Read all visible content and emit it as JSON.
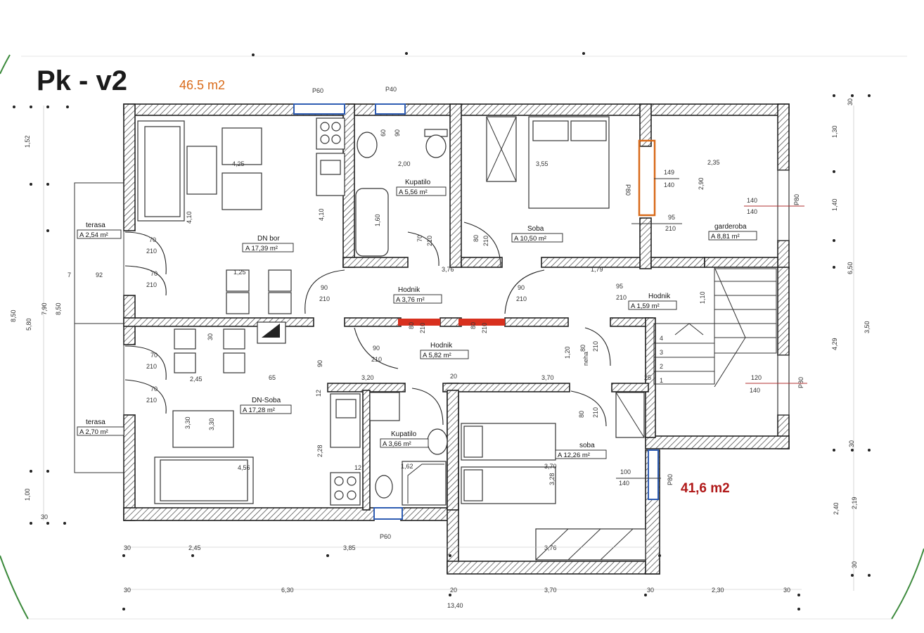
{
  "title": "Pk - v2",
  "area_top": "46.5 m2",
  "area_bottom": "41,6 m2",
  "colors": {
    "title": "#222222",
    "area_top": "#d96b1a",
    "area_bottom": "#b01818",
    "accent_wall": "#d8301e",
    "window_blue": "#2f5db3"
  },
  "rooms": {
    "terasa_top": {
      "name": "terasa",
      "area": "A  2,54 m²"
    },
    "dn_bor": {
      "name": "DN bor",
      "area": "A  17,39 m²"
    },
    "kupatilo_top": {
      "name": "Kupatilo",
      "area": "A  5,56 m²"
    },
    "soba_top": {
      "name": "Soba",
      "area": "A  10,50 m²"
    },
    "garderoba": {
      "name": "garderoba",
      "area": "A  8,81 m²"
    },
    "hodnik_1": {
      "name": "Hodnik",
      "area": "A  3,76 m²"
    },
    "hodnik_2": {
      "name": "Hodnik",
      "area": "A  1,59 m²"
    },
    "hodnik_3": {
      "name": "Hodnik",
      "area": "A  5,82 m²"
    },
    "dn_soba": {
      "name": "DN-Soba",
      "area": "A  17,28 m²"
    },
    "terasa_bottom": {
      "name": "terasa",
      "area": "A  2,70 m²"
    },
    "kupatilo_bot": {
      "name": "Kupatilo",
      "area": "A  3,66 m²"
    },
    "soba_bottom": {
      "name": "soba",
      "area": "A  12,26 m²"
    }
  },
  "labels": {
    "p60_a": "P60",
    "p40": "P40",
    "p80_b": "P80",
    "p80_c": "P80",
    "p60_d": "P60",
    "p80_e": "P80",
    "p80_f": "P80",
    "d_70a": "70",
    "d_210a": "210",
    "d_70b": "70",
    "d_210b": "210",
    "d_70c": "70",
    "d_210c": "210",
    "d_70d": "70",
    "d_210d": "210",
    "d_90a": "90",
    "d_210e": "210",
    "d_90b": "90",
    "d_210f": "210",
    "d_95": "95",
    "d_210g": "210",
    "d_90c": "90",
    "d_210h": "210",
    "d_80a": "80",
    "d_210i": "210",
    "d_70e": "70",
    "d_210j": "210",
    "d_80b": "80",
    "d_210k": "210",
    "d_80c": "80",
    "d_210l": "210",
    "d_60a": "60",
    "d_90d": "90",
    "w_149": "149",
    "w_140a": "140",
    "w_95": "95",
    "w_210m": "210",
    "w_140b": "140",
    "w_140c": "140",
    "w_120": "120",
    "w_140d": "140",
    "w_100": "100",
    "w_140e": "140",
    "w_80d": "80",
    "w_210n": "210",
    "w_80e": "80",
    "w_210o": "210",
    "m_425": "4,25",
    "m_410a": "4,10",
    "m_410b": "4,10",
    "m_200": "2,00",
    "m_160": "1,60",
    "m_355": "3,55",
    "m_290": "2,90",
    "m_235": "2,35",
    "m_376": "3,76",
    "m_179": "1,79",
    "m_110": "1,10",
    "m_125": "1,25",
    "m_245a": "2,45",
    "m_330a": "3,30",
    "m_330b": "3,30",
    "m_456": "4,56",
    "m_228": "2,28",
    "m_162": "1,62",
    "m_320": "3,20",
    "m_370a": "3,70",
    "m_370b": "3,70",
    "m_328": "3,28",
    "m_376b": "3,76",
    "m_120": "1,20",
    "m_65": "65",
    "m_90": "90",
    "m_30": "30",
    "m_12a": "12",
    "m_12b": "12",
    "m_20": "20",
    "m_25": "25",
    "b_245": "2,45",
    "b_385": "3,85",
    "b_630": "6,30",
    "b_370": "3,70",
    "b_230": "2,30",
    "b_1340": "13,40",
    "b_30a": "30",
    "b_30b": "30",
    "b_20": "20",
    "b_30c": "30",
    "b_30d": "30",
    "l_850": "8,50",
    "l_790": "7,90",
    "l_580": "5,80",
    "l_100": "1,00",
    "l_30": "30",
    "l_152": "1,52",
    "l_92": "92",
    "l_7": "7",
    "r_130": "1,30",
    "r_140": "1,40",
    "r_650": "6,50",
    "r_429": "4,29",
    "r_350": "3,50",
    "r_30a": "30",
    "r_30b": "30",
    "r_240": "2,40",
    "r_219": "2,19",
    "r_30c": "30",
    "s_1": "1",
    "s_2": "2",
    "s_3": "3",
    "s_4": "4",
    "neh": "neha"
  }
}
